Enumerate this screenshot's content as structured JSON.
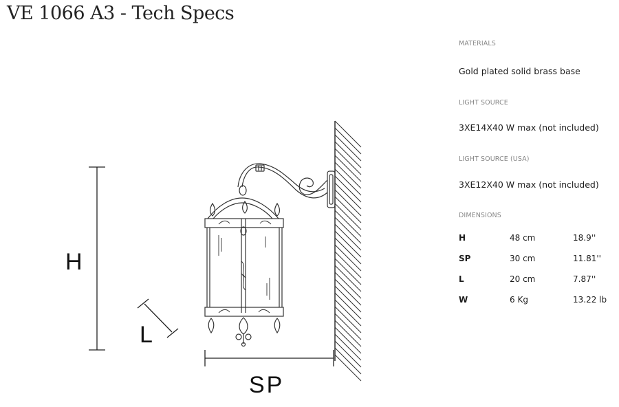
{
  "title": "VE 1066 A3 - Tech Specs",
  "specs": {
    "materials": {
      "label": "MATERIALS",
      "value": "Gold plated solid brass base"
    },
    "light_source": {
      "label": "LIGHT SOURCE",
      "value": "3XE14X40 W max (not included)"
    },
    "light_source_usa": {
      "label": "LIGHT SOURCE (USA)",
      "value": "3XE12X40 W max (not included)"
    },
    "dimensions_label": "DIMENSIONS",
    "dimensions": [
      {
        "key": "H",
        "metric": "48 cm",
        "imperial": "18.9''"
      },
      {
        "key": "SP",
        "metric": "30 cm",
        "imperial": "11.81''"
      },
      {
        "key": "L",
        "metric": "20 cm",
        "imperial": "7.87''"
      },
      {
        "key": "W",
        "metric": "6 Kg",
        "imperial": "13.22 lb"
      }
    ]
  },
  "drawing_labels": {
    "height": "H",
    "length": "L",
    "projection": "SP"
  }
}
